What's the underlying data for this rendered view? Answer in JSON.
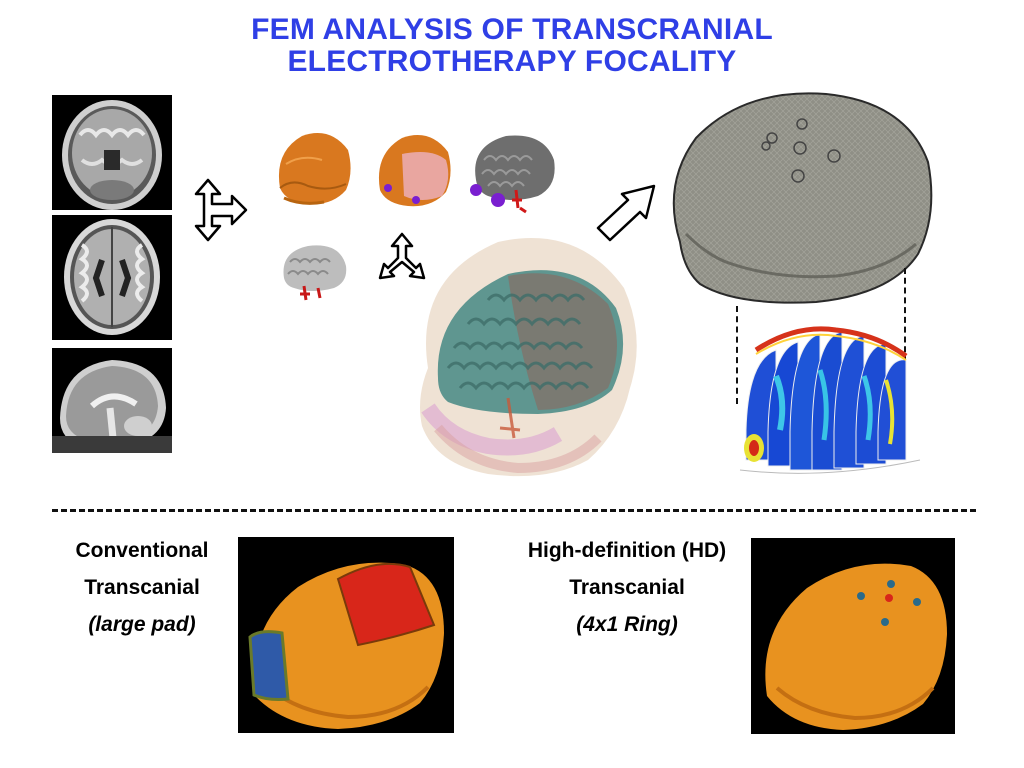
{
  "title": {
    "line1": "FEM ANALYSIS OF TRANSCRANIAL",
    "line2": "ELECTROTHERAPY FOCALITY"
  },
  "captions": {
    "left": {
      "line1": "Conventional",
      "line2": "Transcanial",
      "line3": "(large pad)"
    },
    "right": {
      "line1": "High-definition (HD)",
      "line2": "Transcanial",
      "line3": "(4x1 Ring)"
    }
  },
  "icons": {
    "arrow_1": "double-arrow-right-icon",
    "arrow_2": "triple-arrow-icon",
    "arrow_3": "arrow-up-right-icon"
  },
  "colors": {
    "title": "#2f3fe6",
    "scalp": "#e8921f",
    "pad_red": "#d8261a",
    "pad_blue": "#2f5aa8",
    "mesh": "#8f8f86"
  }
}
